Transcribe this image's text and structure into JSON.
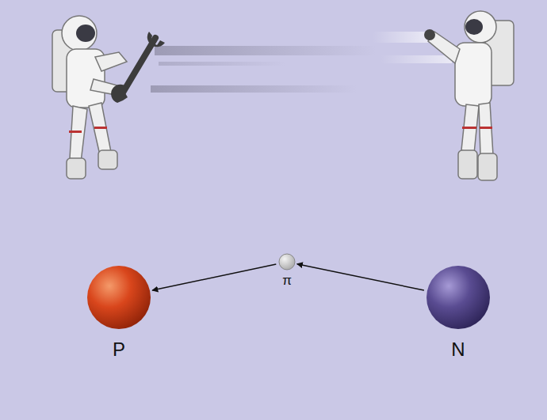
{
  "diagram": {
    "nodes": [
      {
        "text": [
          "P"
        ]
      },
      {
        "text": [
          "π"
        ]
      },
      {
        "text": [
          "N"
        ]
      }
    ],
    "edges": [
      {
        "from": 2,
        "to": 1,
        "arrow": "to"
      },
      {
        "from": 1,
        "to": 0,
        "arrow": "to"
      }
    ]
  }
}
